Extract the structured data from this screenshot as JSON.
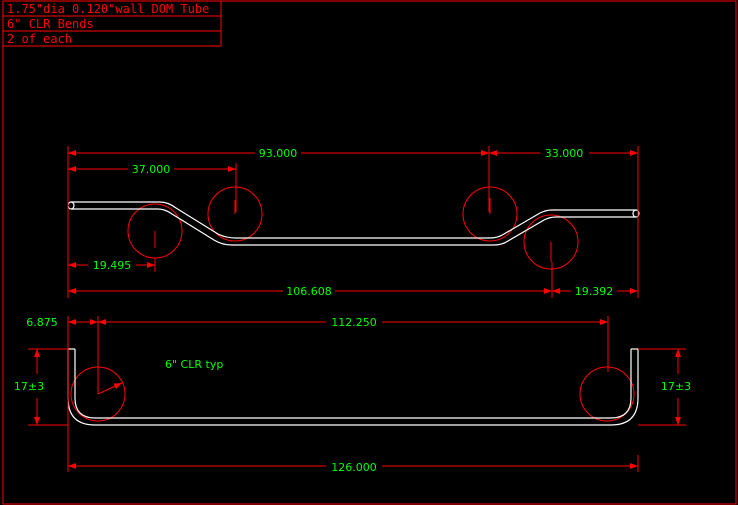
{
  "colors": {
    "background": "#000000",
    "frame": "#ff0000",
    "geometry": "#ffffff",
    "dimension_line": "#ff0000",
    "dimension_text": "#00ff00",
    "title_text": "#ff0000"
  },
  "title_block": {
    "line1": "1.75\"dia 0.120\"wall DOM Tube",
    "line2": "6\" CLR Bends",
    "line3": "2 of each"
  },
  "top_view": {
    "dim_overall_top": "93.000",
    "dim_left_top": "37.000",
    "dim_right_top": "33.000",
    "dim_left_offset": "19.495",
    "dim_bottom_overall": "106.608",
    "dim_right_offset": "19.392"
  },
  "front_view": {
    "dim_left_inset": "6.875",
    "dim_inner_span": "112.250",
    "dim_left_height": "17±3",
    "dim_right_height": "17±3",
    "note": "6\" CLR typ",
    "dim_overall": "126.000"
  }
}
